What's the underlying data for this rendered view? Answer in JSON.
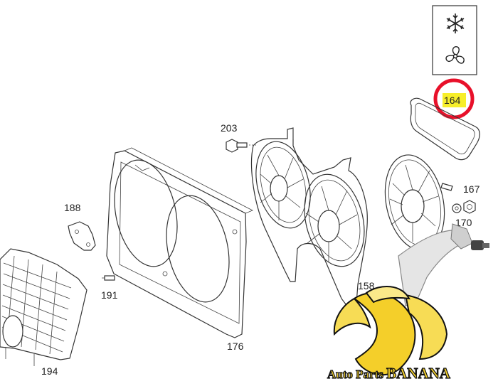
{
  "diagram": {
    "parts": [
      {
        "id": "p164",
        "label": "164"
      },
      {
        "id": "p203",
        "label": "203"
      },
      {
        "id": "p167",
        "label": "167"
      },
      {
        "id": "p170",
        "label": "170"
      },
      {
        "id": "p188",
        "label": "188"
      },
      {
        "id": "p191",
        "label": "191"
      },
      {
        "id": "p158",
        "label": "158"
      },
      {
        "id": "p176",
        "label": "176"
      },
      {
        "id": "p194",
        "label": "194"
      }
    ],
    "legend_icons": [
      "snowflake-icon",
      "fan-icon"
    ],
    "highlight": {
      "part": "164",
      "circle_color": "#e8102a",
      "marker_color": "#f7ee2a"
    }
  },
  "watermark": {
    "text_part1": "Auto Parts ",
    "text_part2": "BANANA",
    "text_color": "#f2cf2c",
    "outline_color": "#111111"
  }
}
